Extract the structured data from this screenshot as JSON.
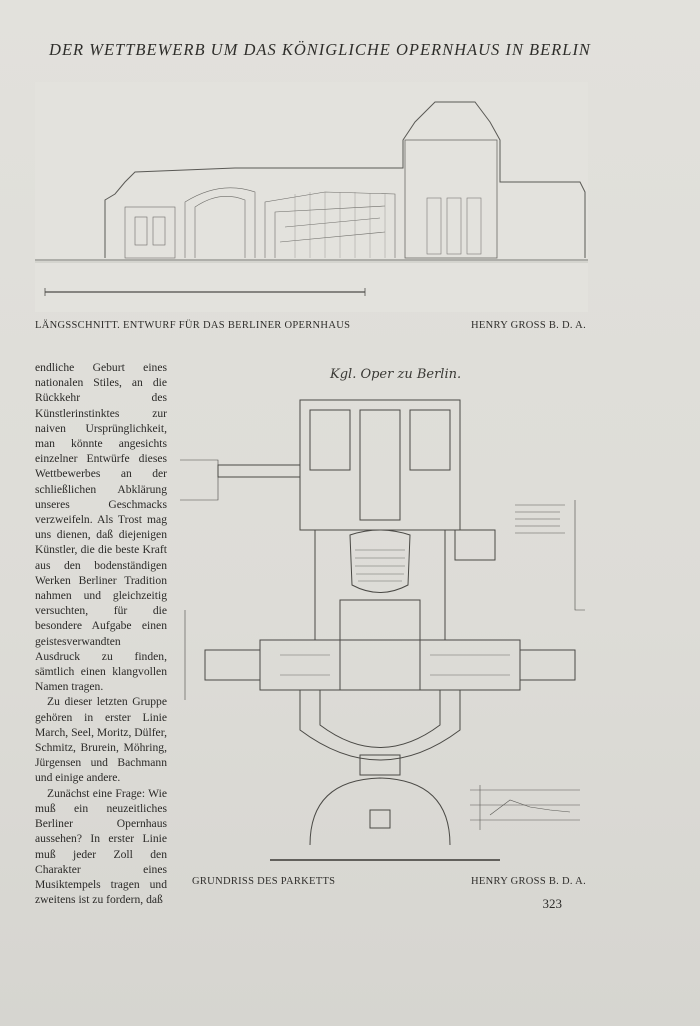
{
  "header": {
    "title": "DER WETTBEWERB UM DAS KÖNIGLICHE OPERNHAUS IN BERLIN"
  },
  "top_figure": {
    "caption_left": "LÄNGSSCHNITT. ENTWURF FÜR DAS BERLINER OPERNHAUS",
    "caption_right": "HENRY GROSS B. D. A."
  },
  "plan_figure": {
    "drawing_title": "Kgl. Oper zu Berlin.",
    "caption_left": "GRUNDRISS DES PARKETTS",
    "caption_right": "HENRY GROSS B. D. A."
  },
  "body_text": [
    "endliche Geburt eines nationalen Stiles, an die Rückkehr des Künstlerinstinktes zur naiven Ursprünglichkeit, man könnte angesichts einzelner Entwürfe dieses Wettbewerbes an der schließlichen Abklärung unseres Geschmacks verzweifeln. Als Trost mag uns dienen, daß diejenigen Künstler, die die beste Kraft aus den bodenständigen Werken Berliner Tradition nahmen und gleichzeitig versuchten, für die besondere Aufgabe einen geistesverwandten Ausdruck zu finden, sämtlich einen klangvollen Namen tragen.",
    "Zu dieser letzten Gruppe gehören in erster Linie March, Seel, Moritz, Dülfer, Schmitz, Brurein, Möhring, Jürgensen und Bachmann und einige andere.",
    "Zunächst eine Frage: Wie muß ein neuzeitliches Berliner Opernhaus aussehen? In erster Linie muß jeder Zoll den Charakter eines Musiktempels tragen und zweitens ist zu fordern, daß"
  ],
  "page_number": "323"
}
